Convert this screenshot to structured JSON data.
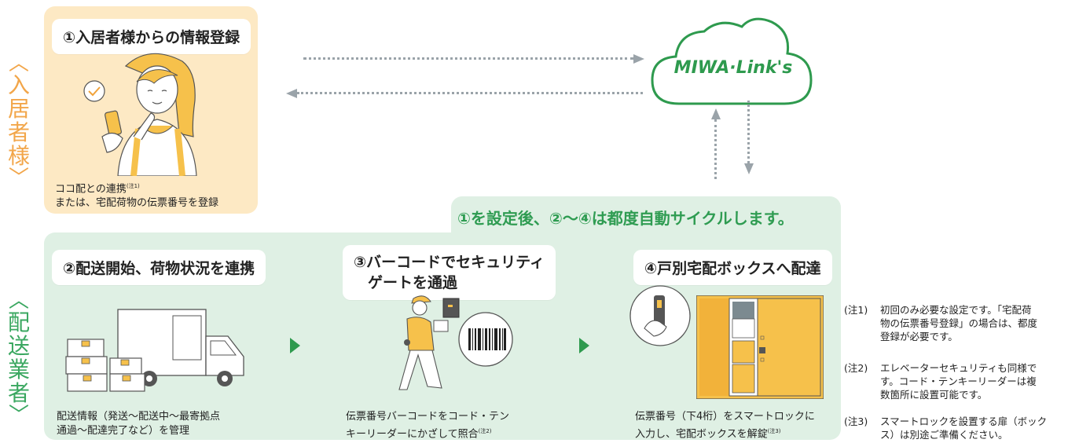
{
  "side_labels": {
    "resident": [
      "入",
      "居",
      "者",
      "様"
    ],
    "delivery": [
      "配",
      "送",
      "業",
      "者"
    ]
  },
  "cloud": {
    "logo": "MIWA·Link's"
  },
  "steps": {
    "step1": {
      "title": "①入居者様からの情報登録",
      "caption_line1": "ココ配との連携",
      "caption_note": "(注1)",
      "caption_line2": "または、宅配荷物の伝票番号を登録"
    },
    "step2": {
      "title": "②配送開始、荷物状況を連携",
      "caption_line1": "配送情報（発送～配送中～最寄拠点",
      "caption_line2": "通過～配達完了など）を管理"
    },
    "step3": {
      "title_line1": "③バーコードでセキュリティ",
      "title_line2": "ゲートを通過",
      "caption_line1": "伝票番号バーコードをコード・テン",
      "caption_line2": "キーリーダーにかざして照合",
      "caption_note": "(注2)"
    },
    "step4": {
      "title": "④戸別宅配ボックスへ配達",
      "caption_line1": "伝票番号（下4桁）をスマートロックに",
      "caption_line2": "入力し、宅配ボックスを解錠",
      "caption_note": "(注3)"
    }
  },
  "cycle_banner": "①を設定後、②～④は都度自動サイクルします。",
  "notes": [
    {
      "tag": "(注1)",
      "lines": [
        "初回のみ必要な設定です。「宅配荷",
        "物の伝票番号登録」の場合は、都度",
        "登録が必要です。"
      ]
    },
    {
      "tag": "(注2)",
      "lines": [
        "エレベーターセキュリティも同様で",
        "す。コード・テンキーリーダーは複",
        "数箇所に設置可能です。"
      ]
    },
    {
      "tag": "(注3)",
      "lines": [
        "スマートロックを設置する扉（ボック",
        "ス）は別途ご準備ください。"
      ]
    }
  ],
  "colors": {
    "resident_bg": "#fde9c4",
    "delivery_bg": "#dff0e4",
    "green_accent": "#2f9c52",
    "orange_accent": "#f2a64a",
    "arrow_gray": "#9aa3a9"
  },
  "icons": [
    "cloud-icon",
    "woman-with-phone-illustration",
    "delivery-truck-illustration",
    "courier-scanning-barcode-illustration",
    "barcode-icon",
    "smart-lock-icon",
    "delivery-lockers-illustration"
  ]
}
